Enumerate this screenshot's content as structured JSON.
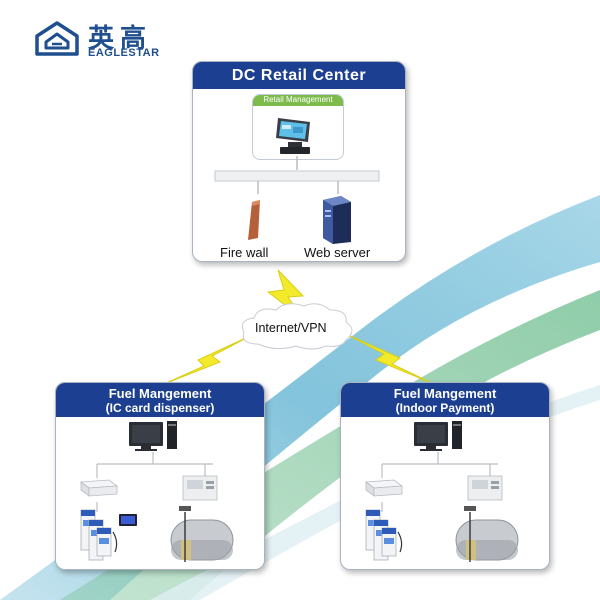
{
  "logo": {
    "chinese": "英高",
    "english": "EAGLESTAR"
  },
  "dc_center": {
    "title": "DC Retail Center",
    "retail_management_label": "Retail Management",
    "firewall_label": "Fire wall",
    "webserver_label": "Web server"
  },
  "network": {
    "label": "Internet/VPN"
  },
  "fuel_ic": {
    "title": "Fuel Mangement",
    "subtitle": "(IC card dispenser)"
  },
  "fuel_indoor": {
    "title": "Fuel Mangement",
    "subtitle": "(Indoor Payment)"
  },
  "colors": {
    "header_blue": "#1c3f91",
    "retail_green": "#7dbb4c",
    "lightning_yellow": "#f2ea2a",
    "wave_blue": "#5ab0d0",
    "wave_green": "#7cc49a"
  }
}
